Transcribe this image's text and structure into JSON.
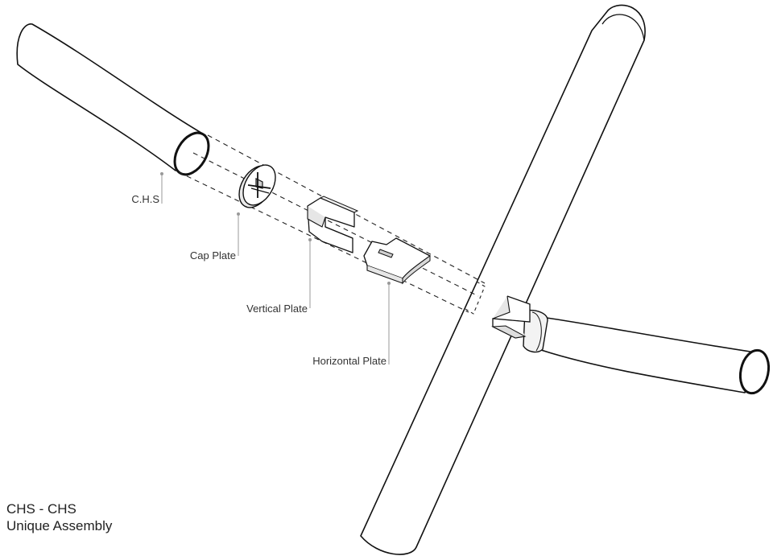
{
  "labels": {
    "chs": "C.H.S",
    "cap_plate": "Cap Plate",
    "vertical_plate": "Vertical Plate",
    "horizontal_plate": "Horizontal Plate"
  },
  "title": {
    "line1": "CHS - CHS",
    "line2": "Unique Assembly"
  },
  "colors": {
    "ink": "#111111",
    "fill": "#ffffff",
    "shade": "#e6e6e6",
    "leader": "#999999",
    "text": "#333333"
  }
}
